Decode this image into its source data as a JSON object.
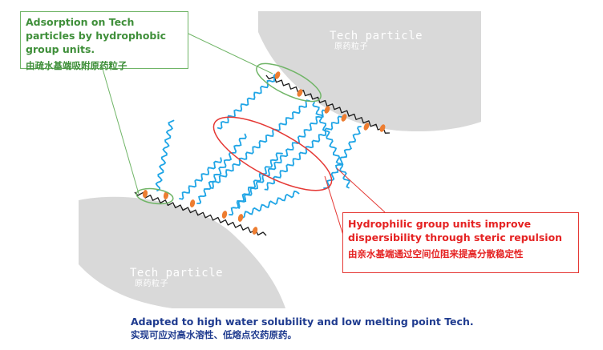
{
  "particle_top": {
    "label_en": "Tech particle",
    "label_zh": "原药粒子"
  },
  "particle_bottom": {
    "label_en": "Tech particle",
    "label_zh": "原药粒子"
  },
  "callout_adsorption": {
    "text_en": "Adsorption on Tech particles by hydrophobic group units.",
    "text_zh": "由疏水基端吸附原药粒子"
  },
  "callout_dispersibility": {
    "text_en": "Hydrophilic group units improve dispersibility through steric repulsion",
    "text_zh": "由亲水基端通过空间位阻来提高分散稳定性"
  },
  "footer": {
    "text_en": "Adapted to high water solubility and low melting point Tech.",
    "text_zh": "实现可应对高水溶性、低熔点农药原药。"
  },
  "colors": {
    "particle": "#d9d9d9",
    "hydrophilic_chain": "#1fa5e6",
    "backbone": "#1a1a1a",
    "anchor": "#ed7d31",
    "green_callout": "#70b567",
    "red_callout": "#e53935",
    "footer_text": "#1f3b8f"
  }
}
